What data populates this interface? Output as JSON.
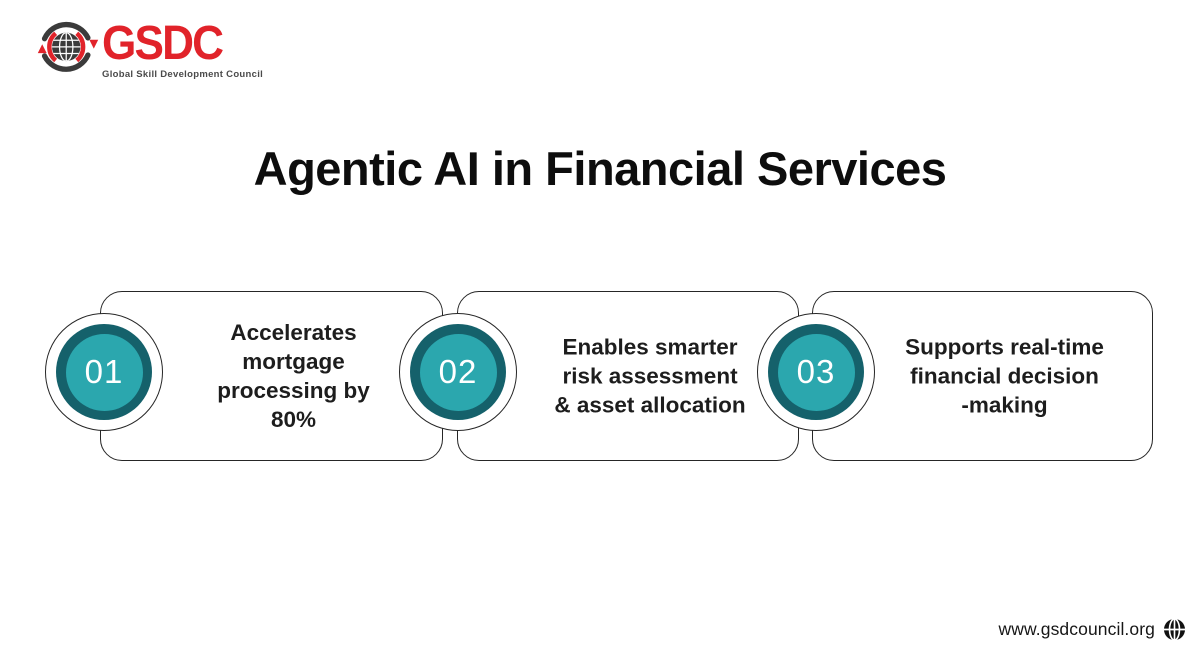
{
  "brand": {
    "name": "GSDC",
    "tagline": "Global Skill Development Council"
  },
  "title": "Agentic AI in Financial Services",
  "cards": [
    {
      "number": "01",
      "lines": [
        "Accelerates",
        "mortgage",
        "processing by",
        "80%"
      ]
    },
    {
      "number": "02",
      "lines": [
        "Enables smarter",
        "risk assessment",
        "& asset allocation"
      ]
    },
    {
      "number": "03",
      "lines": [
        "Supports real-time",
        "financial decision",
        "-making"
      ]
    }
  ],
  "footer": {
    "url": "www.gsdcouncil.org"
  },
  "colors": {
    "accent_teal": "#2ba7ae",
    "accent_teal_dark": "#15616b",
    "brand_red": "#e1232a",
    "brand_gray": "#3b3b3b",
    "text": "#1d1d1d",
    "outline": "#262626"
  },
  "icons": {
    "header": "globe-with-arrows-icon",
    "footer": "globe-meridians-icon"
  }
}
